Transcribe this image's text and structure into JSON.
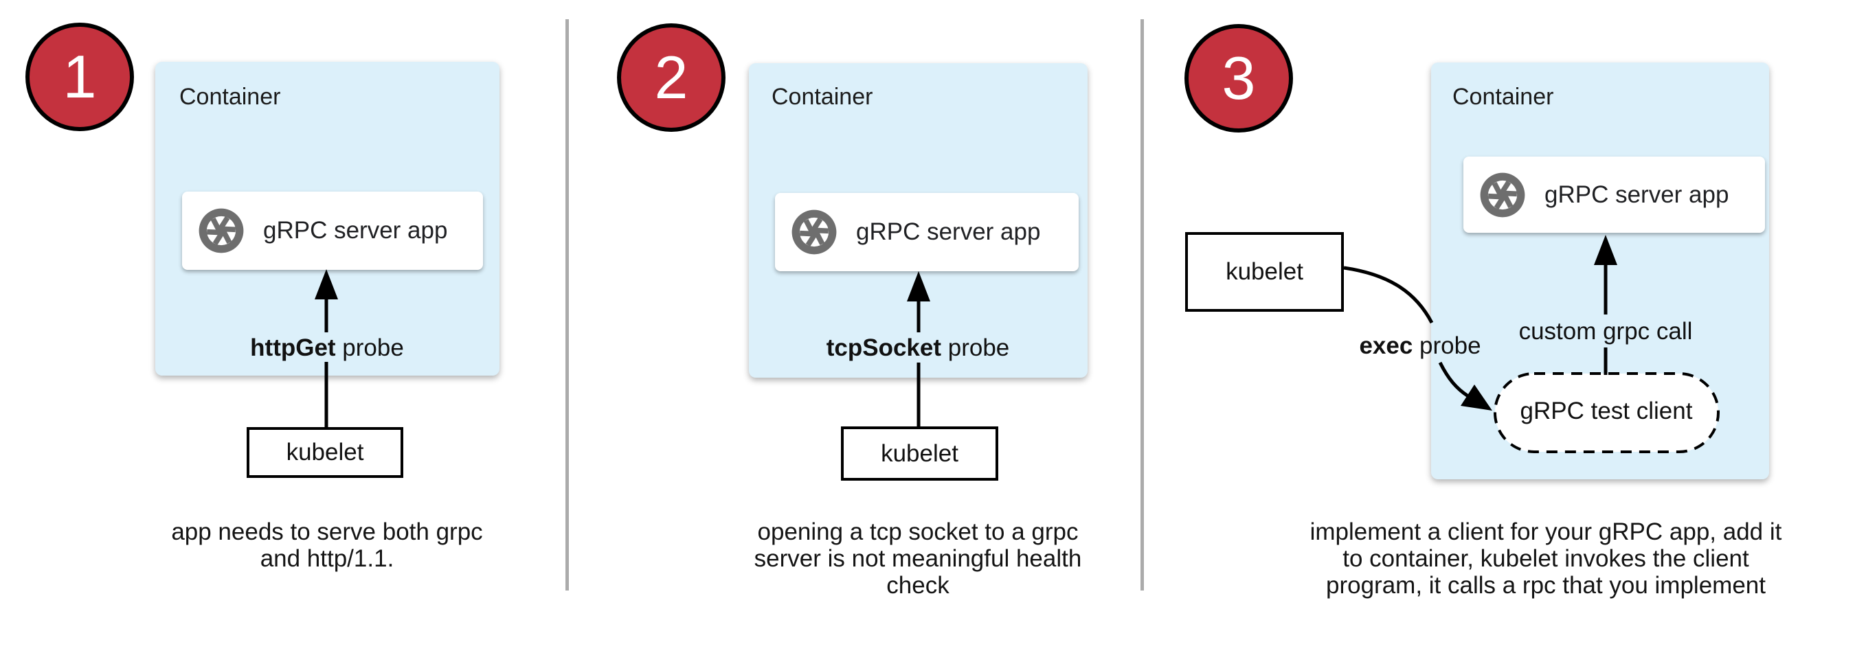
{
  "colors": {
    "badge_red": "#C4323E",
    "container_blue": "#DCF0FA",
    "icon_gray": "#6E6E6E",
    "divider_gray": "#ABABAB",
    "line_black": "#000000"
  },
  "icons": {
    "app_icon": "aperture-icon"
  },
  "panels": [
    {
      "badge": "1",
      "container_label": "Container",
      "app_label": "gRPC server app",
      "probe_bold": "httpGet",
      "probe_rest": " probe",
      "kubelet_label": "kubelet",
      "caption": [
        "app needs to serve both grpc",
        "and http/1.1."
      ]
    },
    {
      "badge": "2",
      "container_label": "Container",
      "app_label": "gRPC server app",
      "probe_bold": "tcpSocket",
      "probe_rest": " probe",
      "kubelet_label": "kubelet",
      "caption": [
        "opening a tcp socket to a grpc",
        "server is not meaningful health",
        "check"
      ]
    },
    {
      "badge": "3",
      "container_label": "Container",
      "app_label": "gRPC server app",
      "probe_bold": "exec",
      "probe_rest": " probe",
      "kubelet_label": "kubelet",
      "custom_call_label": "custom grpc call",
      "test_client_label": "gRPC test client",
      "caption": [
        "implement a client for your gRPC app, add it",
        "to container, kubelet invokes the client",
        "program, it calls a rpc that you implement"
      ]
    }
  ]
}
